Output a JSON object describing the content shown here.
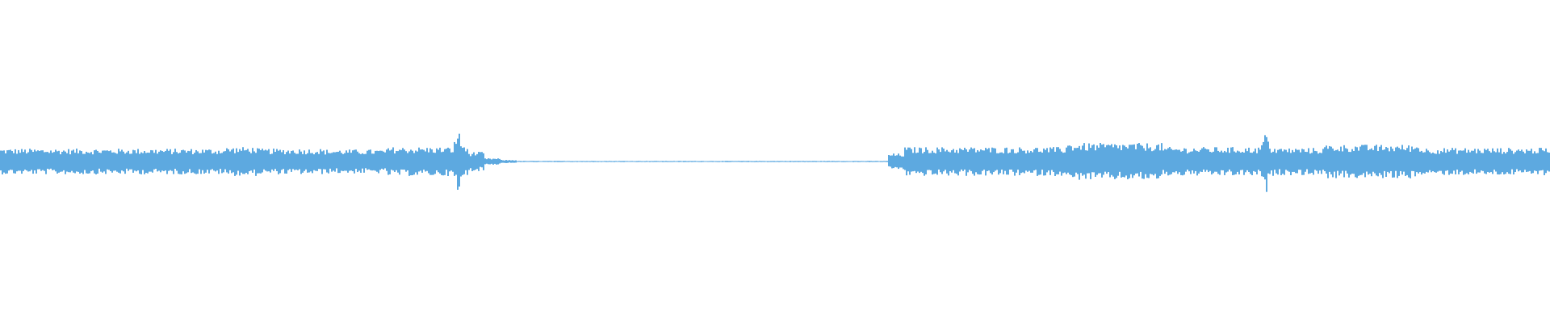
{
  "chart_data": {
    "type": "area",
    "description_kind": "audio-waveform",
    "color": "#5DA9E0",
    "ylim": [
      -1,
      1
    ],
    "grid": false,
    "legend": "none",
    "envelope_segments": 96,
    "envelope": [
      0.08,
      0.08,
      0.08,
      0.08,
      0.08,
      0.08,
      0.08,
      0.08,
      0.08,
      0.08,
      0.08,
      0.08,
      0.08,
      0.08,
      0.09,
      0.09,
      0.08,
      0.08,
      0.08,
      0.08,
      0.075,
      0.075,
      0.075,
      0.075,
      0.09,
      0.09,
      0.09,
      0.09,
      0.21,
      0.06,
      0.02,
      0.01,
      0.004,
      0.004,
      0.004,
      0.004,
      0.004,
      0.004,
      0.004,
      0.004,
      0.004,
      0.004,
      0.004,
      0.004,
      0.004,
      0.004,
      0.004,
      0.004,
      0.004,
      0.004,
      0.004,
      0.004,
      0.004,
      0.004,
      0.004,
      0.05,
      0.09,
      0.09,
      0.09,
      0.09,
      0.09,
      0.09,
      0.09,
      0.09,
      0.09,
      0.09,
      0.115,
      0.115,
      0.115,
      0.115,
      0.115,
      0.115,
      0.09,
      0.09,
      0.09,
      0.09,
      0.09,
      0.09,
      0.2,
      0.085,
      0.085,
      0.085,
      0.105,
      0.105,
      0.105,
      0.105,
      0.105,
      0.105,
      0.085,
      0.085,
      0.085,
      0.085,
      0.085,
      0.085,
      0.085,
      0.085
    ]
  }
}
